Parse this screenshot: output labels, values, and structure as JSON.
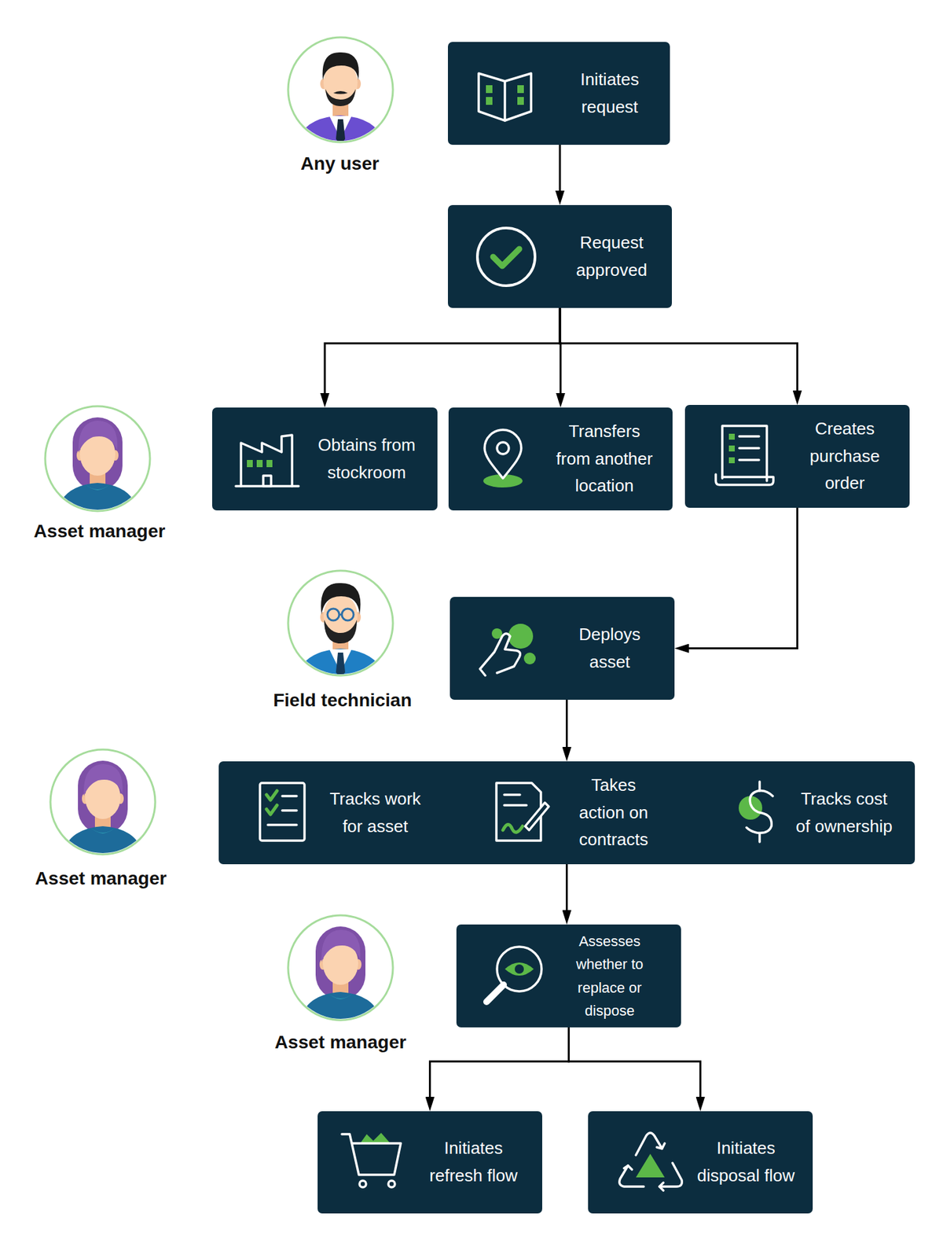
{
  "diagram": {
    "nodes": [
      {
        "text": [
          "Initiates request"
        ]
      },
      {
        "text": [
          "Request approved"
        ]
      },
      {
        "text": [
          "Obtains from stockroom"
        ]
      },
      {
        "text": [
          "Transfers from another location"
        ]
      },
      {
        "text": [
          "Creates purchase order"
        ]
      },
      {
        "text": [
          "Deploys asset"
        ]
      },
      {
        "text": [
          "Tracks work for asset",
          "Takes action on contracts",
          "Tracks cost of ownership"
        ]
      },
      {
        "text": [
          "Assesses whether to replace or dispose"
        ]
      },
      {
        "text": [
          "Initiates refresh flow"
        ]
      },
      {
        "text": [
          "Initiates disposal flow"
        ]
      }
    ],
    "edges": [
      {
        "from": 0,
        "to": 1,
        "arrow": "to"
      },
      {
        "from": 1,
        "to": 2,
        "arrow": "to"
      },
      {
        "from": 1,
        "to": 3,
        "arrow": "to"
      },
      {
        "from": 1,
        "to": 4,
        "arrow": "to"
      },
      {
        "from": 4,
        "to": 5,
        "arrow": "to"
      },
      {
        "from": 5,
        "to": 6,
        "arrow": "to"
      },
      {
        "from": 6,
        "to": 7,
        "arrow": "to"
      },
      {
        "from": 7,
        "to": 8,
        "arrow": "to"
      },
      {
        "from": 7,
        "to": 9,
        "arrow": "to"
      }
    ],
    "labels": [
      "Any user",
      "Asset manager",
      "Field technician",
      "Asset manager",
      "Asset manager"
    ]
  }
}
